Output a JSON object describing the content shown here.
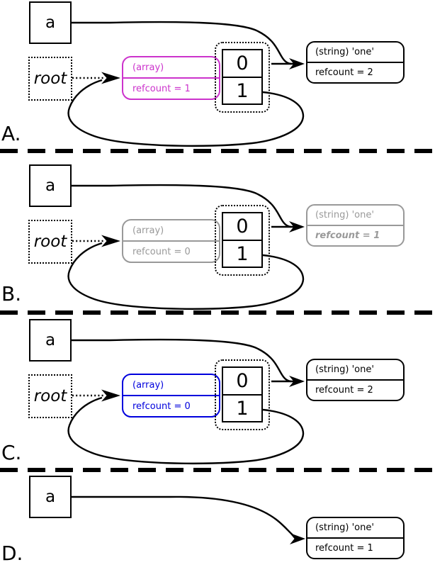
{
  "figure": {
    "description_colors": {
      "possible_root_magenta": "#cc33cc",
      "marked_gray": "#999999",
      "garbage_blue": "#0000dd",
      "default_black": "#000000"
    },
    "panels": [
      {
        "label": "A.",
        "var_box": {
          "label": "a"
        },
        "root_box": {
          "label": "root"
        },
        "array_box": {
          "type_label": "(array)",
          "refcount_label": "refcount = 1",
          "color": "#cc33cc"
        },
        "array_cells": {
          "cell0": "0",
          "cell1": "1"
        },
        "string_box": {
          "type_label": "(string) 'one'",
          "refcount_label": "refcount = 2",
          "color": "#000000",
          "refcount_font_style": "normal",
          "refcount_font_weight": "normal"
        }
      },
      {
        "label": "B.",
        "var_box": {
          "label": "a"
        },
        "root_box": {
          "label": "root"
        },
        "array_box": {
          "type_label": "(array)",
          "refcount_label": "refcount = 0",
          "color": "#999999"
        },
        "array_cells": {
          "cell0": "0",
          "cell1": "1"
        },
        "string_box": {
          "type_label": "(string) 'one'",
          "refcount_label": "refcount = 1",
          "color": "#999999",
          "refcount_font_style": "italic",
          "refcount_font_weight": "bold"
        }
      },
      {
        "label": "C.",
        "var_box": {
          "label": "a"
        },
        "root_box": {
          "label": "root"
        },
        "array_box": {
          "type_label": "(array)",
          "refcount_label": "refcount = 0",
          "color": "#0000dd"
        },
        "array_cells": {
          "cell0": "0",
          "cell1": "1"
        },
        "string_box": {
          "type_label": "(string) 'one'",
          "refcount_label": "refcount = 2",
          "color": "#000000",
          "refcount_font_style": "normal",
          "refcount_font_weight": "normal"
        }
      },
      {
        "label": "D.",
        "var_box": {
          "label": "a"
        },
        "string_box": {
          "type_label": "(string) 'one'",
          "refcount_label": "refcount = 1",
          "color": "#000000",
          "refcount_font_style": "normal",
          "refcount_font_weight": "normal"
        }
      }
    ]
  }
}
